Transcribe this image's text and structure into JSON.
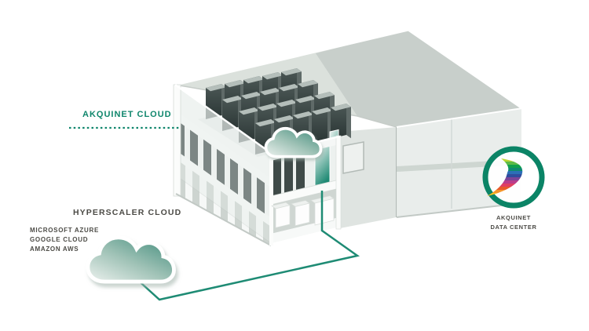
{
  "diagram": {
    "labels": {
      "akquinet_cloud": "AKQUINET CLOUD",
      "hyperscaler_cloud": "HYPERSCALER CLOUD",
      "providers": [
        "MICROSOFT AZURE",
        "GOOGLE CLOUD",
        "AMAZON AWS"
      ],
      "data_center_line1": "AKQUINET",
      "data_center_line2": "DATA CENTER"
    },
    "colors": {
      "teal_accent": "#0F866C",
      "connector_line": "#1E8B74",
      "badge_ring": "#0B8466",
      "dark_text": "#4C4B46",
      "building_light": "#E7EBE8",
      "roof_shade": "#C9CFCB",
      "rack_dark": "#3E4A48",
      "cloud_teal": "#479080"
    },
    "icons": {
      "hyperscaler_cloud_icon": "cloud-icon",
      "akquinet_cloud_icon": "cloud-icon",
      "data_center_logo": "akquinet-swoosh-icon"
    }
  }
}
